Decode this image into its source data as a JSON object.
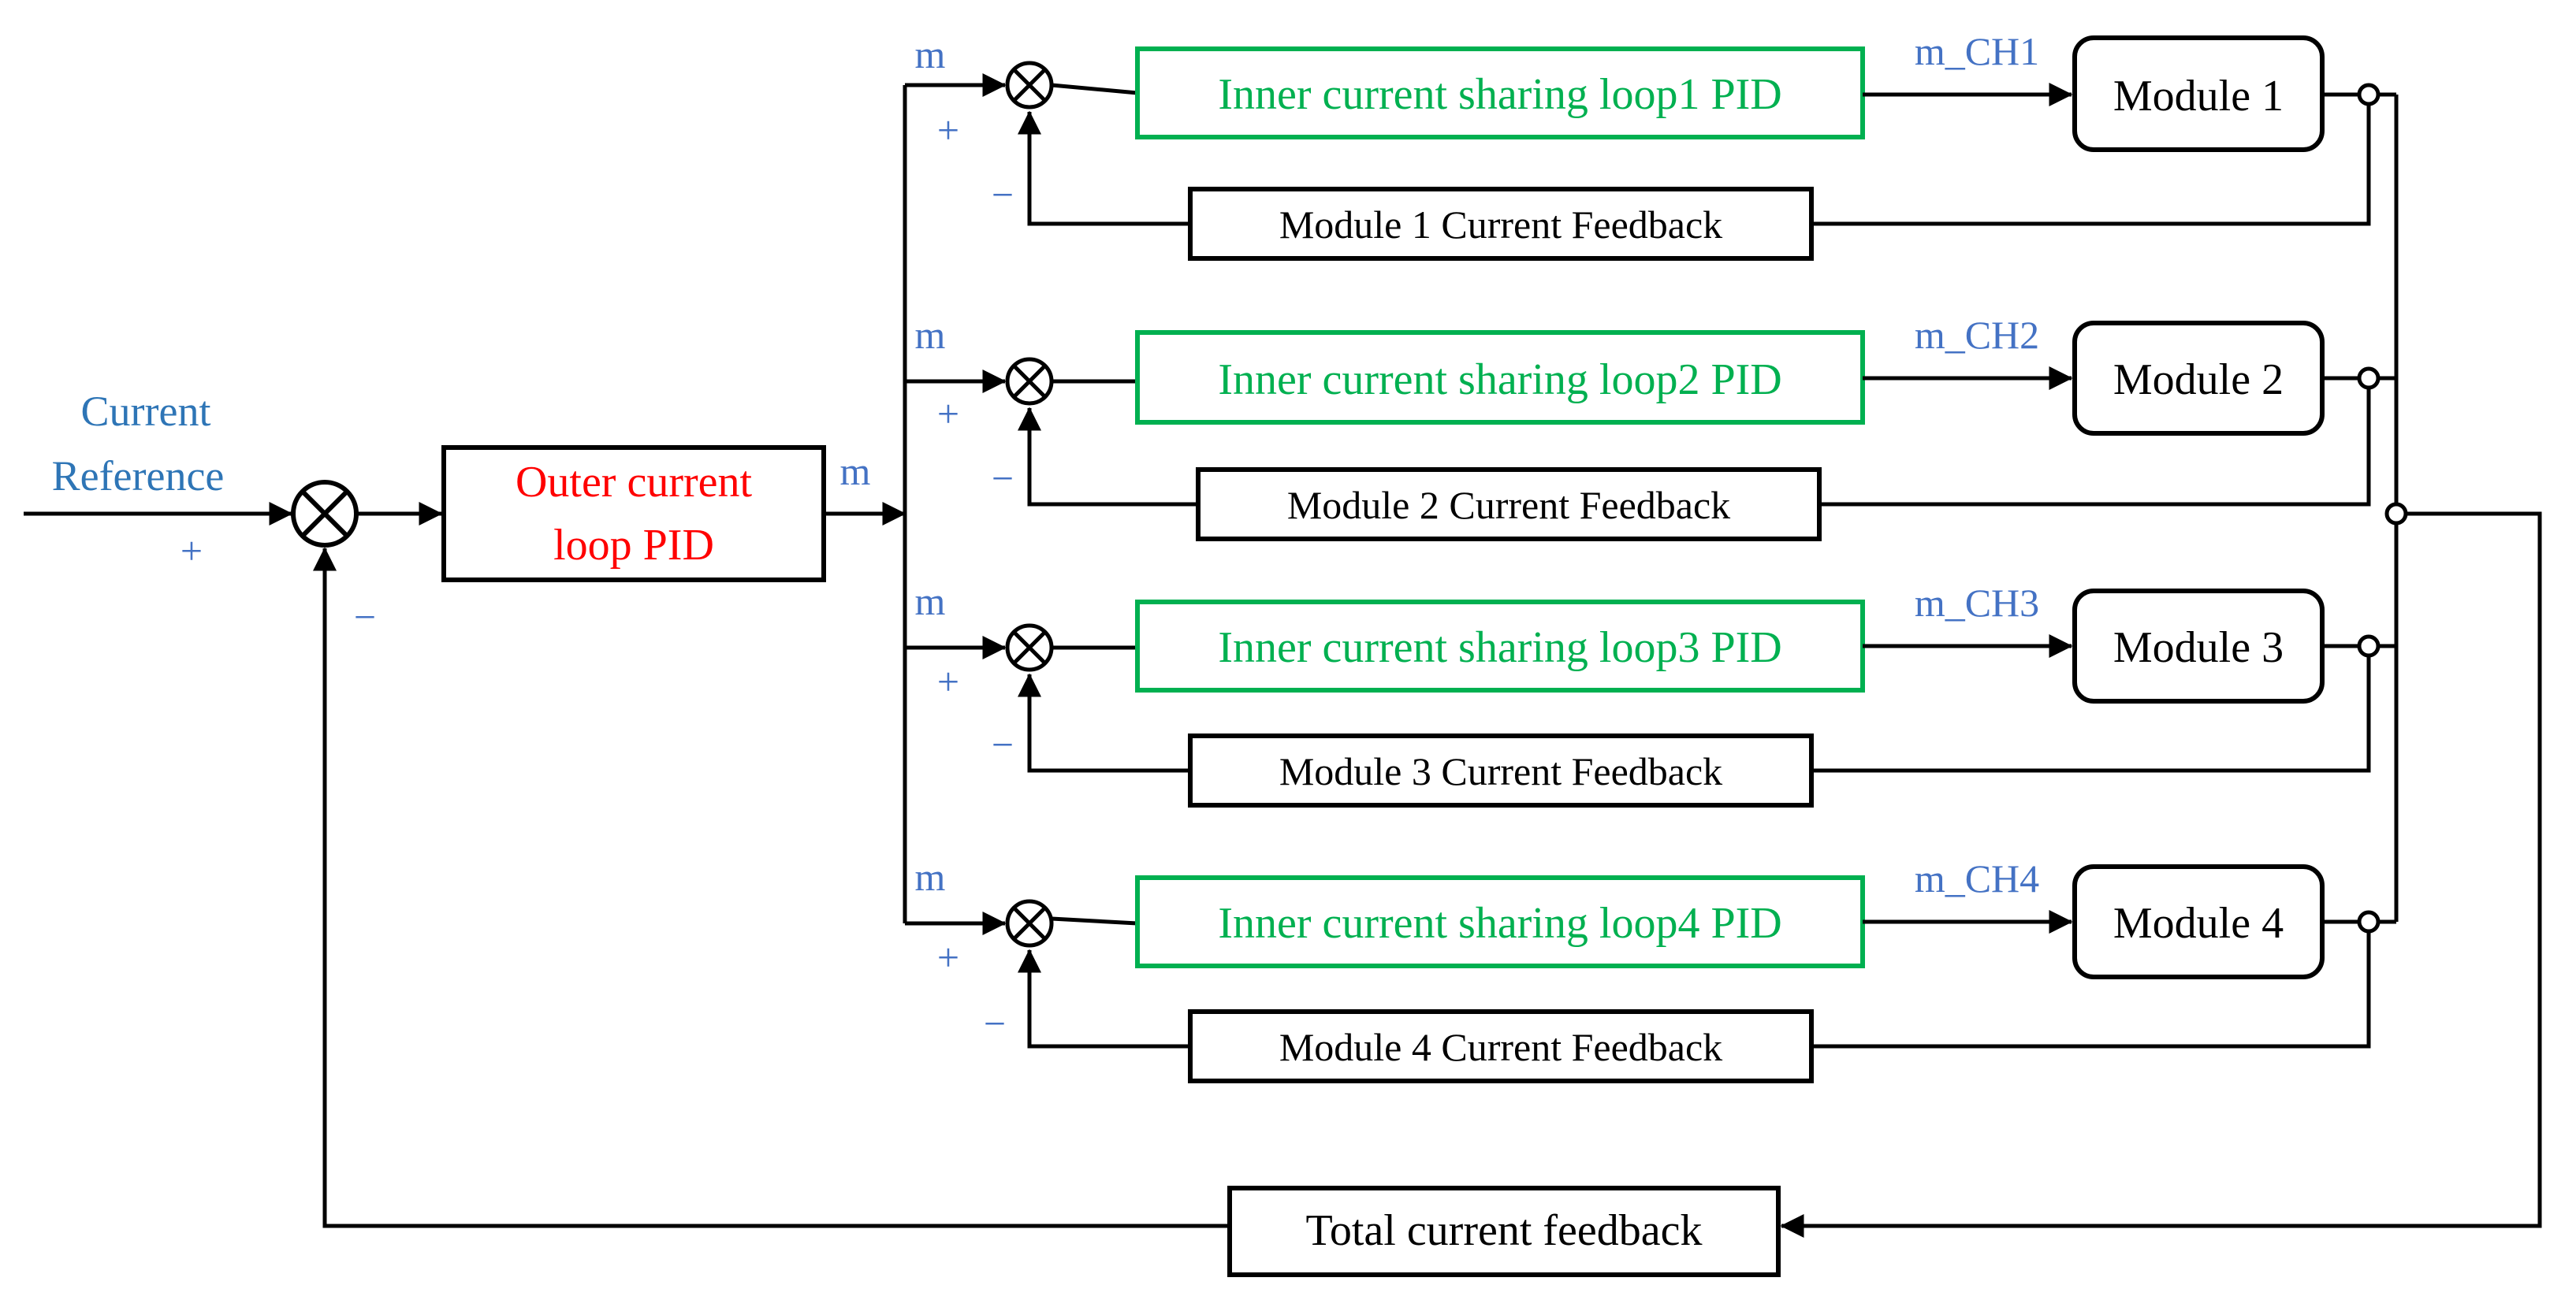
{
  "input": {
    "label_line1": "Current",
    "label_line2": "Reference",
    "plus": "+"
  },
  "summing_main": {
    "minus": "−"
  },
  "outer_pid": {
    "line1": "Outer current",
    "line2": "loop PID",
    "output_label": "m"
  },
  "branches": [
    {
      "m_label": "m",
      "plus": "+",
      "minus": "−",
      "pid_label": "Inner current sharing loop1 PID",
      "channel_label": "m_CH1",
      "module_label": "Module 1",
      "feedback_label": "Module 1 Current Feedback"
    },
    {
      "m_label": "m",
      "plus": "+",
      "minus": "−",
      "pid_label": "Inner current sharing loop2 PID",
      "channel_label": "m_CH2",
      "module_label": "Module 2",
      "feedback_label": "Module 2 Current Feedback"
    },
    {
      "m_label": "m",
      "plus": "+",
      "minus": "−",
      "pid_label": "Inner current sharing loop3 PID",
      "channel_label": "m_CH3",
      "module_label": "Module 3",
      "feedback_label": "Module 3 Current Feedback"
    },
    {
      "m_label": "m",
      "plus": "+",
      "minus": "−",
      "pid_label": "Inner current sharing loop4 PID",
      "channel_label": "m_CH4",
      "module_label": "Module 4",
      "feedback_label": "Module 4 Current Feedback"
    }
  ],
  "total_feedback": {
    "label": "Total current feedback"
  },
  "colors": {
    "signal_labels": "#4472c4",
    "reference_label": "#2e75b6",
    "outer_pid_text": "#ff0000",
    "inner_pid": "#00b050",
    "lines": "#000000"
  }
}
